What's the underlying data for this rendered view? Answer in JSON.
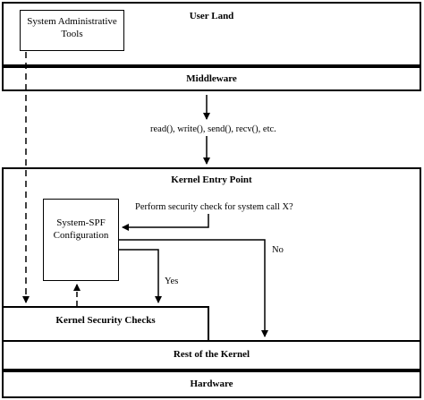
{
  "layers": {
    "user_land": "User Land",
    "middleware": "Middleware",
    "kernel_entry_point": "Kernel Entry Point",
    "kernel_security_checks": "Kernel Security Checks",
    "rest_of_kernel": "Rest of the Kernel",
    "hardware": "Hardware"
  },
  "boxes": {
    "admin_tools": "System Administrative Tools",
    "spf_configuration": "System-SPF Configuration"
  },
  "labels": {
    "syscalls": "read(), write(), send(), recv(), etc.",
    "security_question": "Perform security check for system call X?",
    "no": "No",
    "yes": "Yes"
  }
}
